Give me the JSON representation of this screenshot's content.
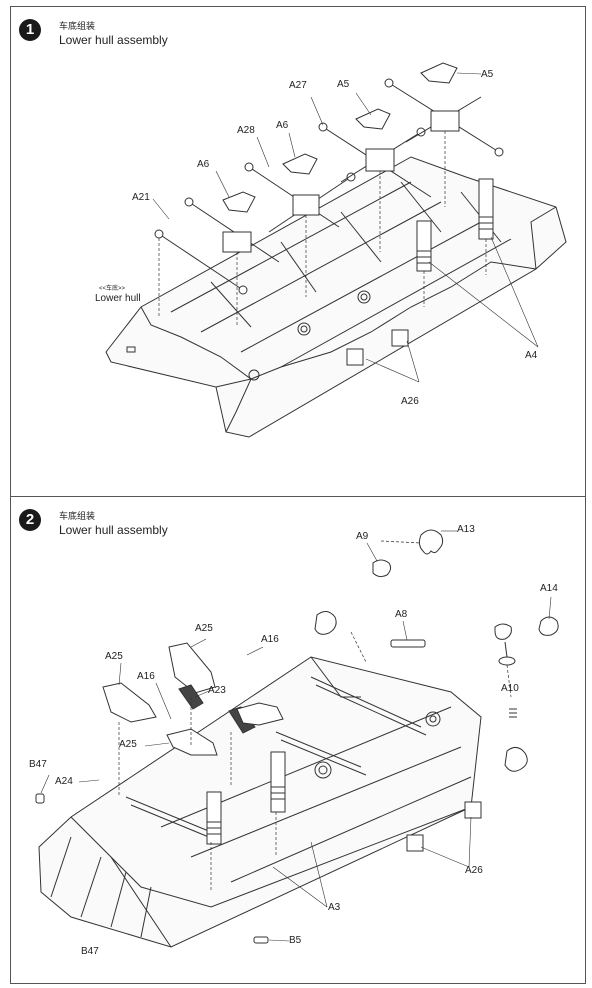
{
  "steps": [
    {
      "number": "1",
      "title_cn": "车底组装",
      "title_en": "Lower hull assembly",
      "labels": {
        "a5_top": "A5",
        "a27": "A27",
        "a5_mid": "A5",
        "a28": "A28",
        "a6_upper": "A6",
        "a6_lower": "A6",
        "a21": "A21",
        "lower_hull_cn": "<<车底>>",
        "lower_hull_en": "Lower hull",
        "a4": "A4",
        "a26": "A26"
      }
    },
    {
      "number": "2",
      "title_cn": "车底组装",
      "title_en": "Lower hull assembly",
      "labels": {
        "a9": "A9",
        "a13": "A13",
        "a14": "A14",
        "a8": "A8",
        "a10": "A10",
        "a25_top": "A25",
        "a16_right": "A16",
        "a25_left": "A25",
        "a16_left": "A16",
        "a23": "A23",
        "a25_mid": "A25",
        "b47_upper": "B47",
        "a24": "A24",
        "a26": "A26",
        "a3": "A3",
        "b5": "B5",
        "b47_lower": "B47"
      }
    }
  ]
}
